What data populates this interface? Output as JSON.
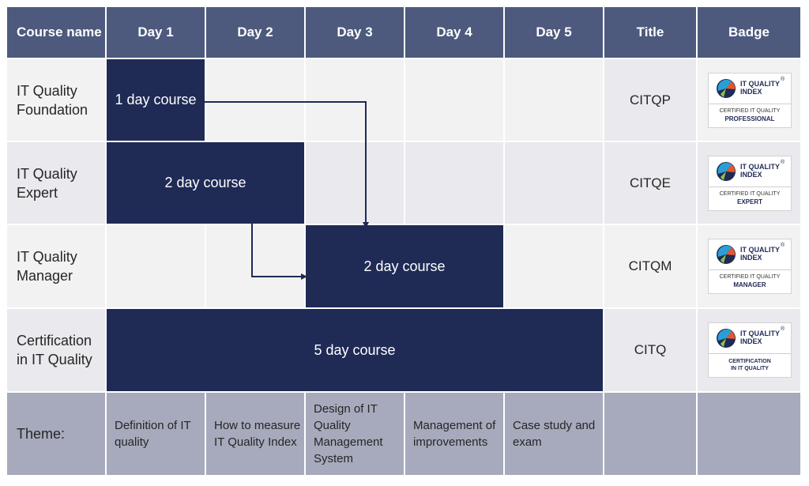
{
  "header": {
    "course_name": "Course name",
    "days": [
      "Day 1",
      "Day 2",
      "Day 3",
      "Day 4",
      "Day 5"
    ],
    "title": "Title",
    "badge": "Badge"
  },
  "courses": [
    {
      "name": "IT Quality Foundation",
      "block": "1 day course",
      "title": "CITQP",
      "badge": {
        "brand_1": "IT QUALITY",
        "brand_2": "INDEX",
        "line1": "CERTIFIED IT QUALITY",
        "line2": "PROFESSIONAL"
      }
    },
    {
      "name": "IT Quality Expert",
      "block": "2 day course",
      "title": "CITQE",
      "badge": {
        "brand_1": "IT QUALITY",
        "brand_2": "INDEX",
        "line1": "CERTIFIED IT QUALITY",
        "line2": "EXPERT"
      }
    },
    {
      "name": "IT Quality Manager",
      "block": "2 day course",
      "title": "CITQM",
      "badge": {
        "brand_1": "IT QUALITY",
        "brand_2": "INDEX",
        "line1": "CERTIFIED IT QUALITY",
        "line2": "MANAGER"
      }
    },
    {
      "name": "Certification in IT Quality",
      "block": "5 day course",
      "title": "CITQ",
      "badge": {
        "brand_1": "IT QUALITY",
        "brand_2": "INDEX",
        "line1": "CERTIFICATION",
        "line2": "IN IT QUALITY"
      }
    }
  ],
  "theme": {
    "label": "Theme:",
    "items": [
      "Definition of IT quality",
      "How to measure IT Quality Index",
      "Design of IT Quality Management System",
      "Management of improvements",
      "Case study and exam"
    ]
  },
  "colors": {
    "header": "#4d5a7d",
    "course_block": "#1f2a55",
    "theme_row": "#a6aabc"
  },
  "registered_mark": "®"
}
